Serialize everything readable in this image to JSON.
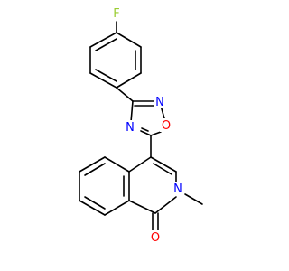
{
  "molecule": {
    "atoms": {
      "fluorine": {
        "symbol": "F",
        "color": "#9acd32"
      },
      "oxadiazole_n_top": {
        "symbol": "N",
        "color": "#0000ff"
      },
      "oxadiazole_o": {
        "symbol": "O",
        "color": "#ff0000"
      },
      "oxadiazole_n_left": {
        "symbol": "N",
        "color": "#0000ff"
      },
      "isoquinoline_n": {
        "symbol": "N",
        "color": "#0000ff"
      },
      "carbonyl_o": {
        "symbol": "O",
        "color": "#ff0000"
      }
    },
    "bond_color": "#000000"
  }
}
